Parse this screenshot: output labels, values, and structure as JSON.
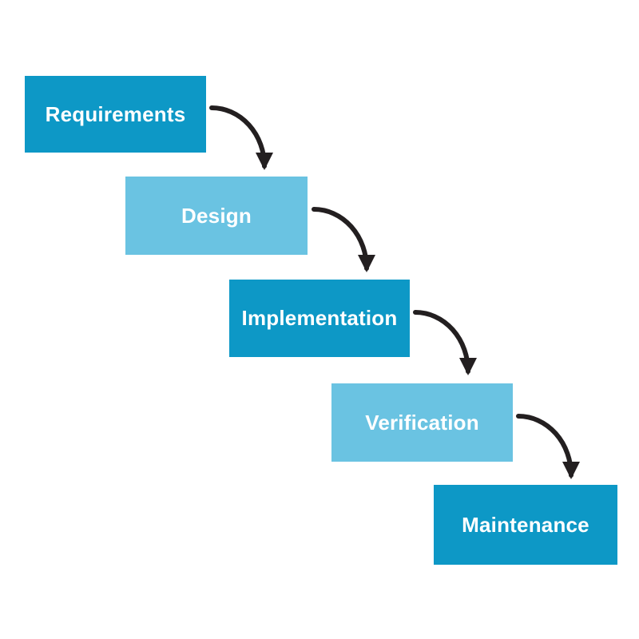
{
  "diagram": {
    "type": "flow-diagram",
    "stages": [
      {
        "label": "Requirements",
        "variant": "dark"
      },
      {
        "label": "Design",
        "variant": "light"
      },
      {
        "label": "Implementation",
        "variant": "dark"
      },
      {
        "label": "Verification",
        "variant": "light"
      },
      {
        "label": "Maintenance",
        "variant": "dark"
      }
    ],
    "connections": [
      {
        "from": "Requirements",
        "to": "Design"
      },
      {
        "from": "Design",
        "to": "Implementation"
      },
      {
        "from": "Implementation",
        "to": "Verification"
      },
      {
        "from": "Verification",
        "to": "Maintenance"
      }
    ]
  },
  "colors": {
    "dark_blue": "#0d98c6",
    "light_blue": "#6ac3e2",
    "arrow": "#231f20",
    "text": "#ffffff",
    "background": "#ffffff"
  }
}
